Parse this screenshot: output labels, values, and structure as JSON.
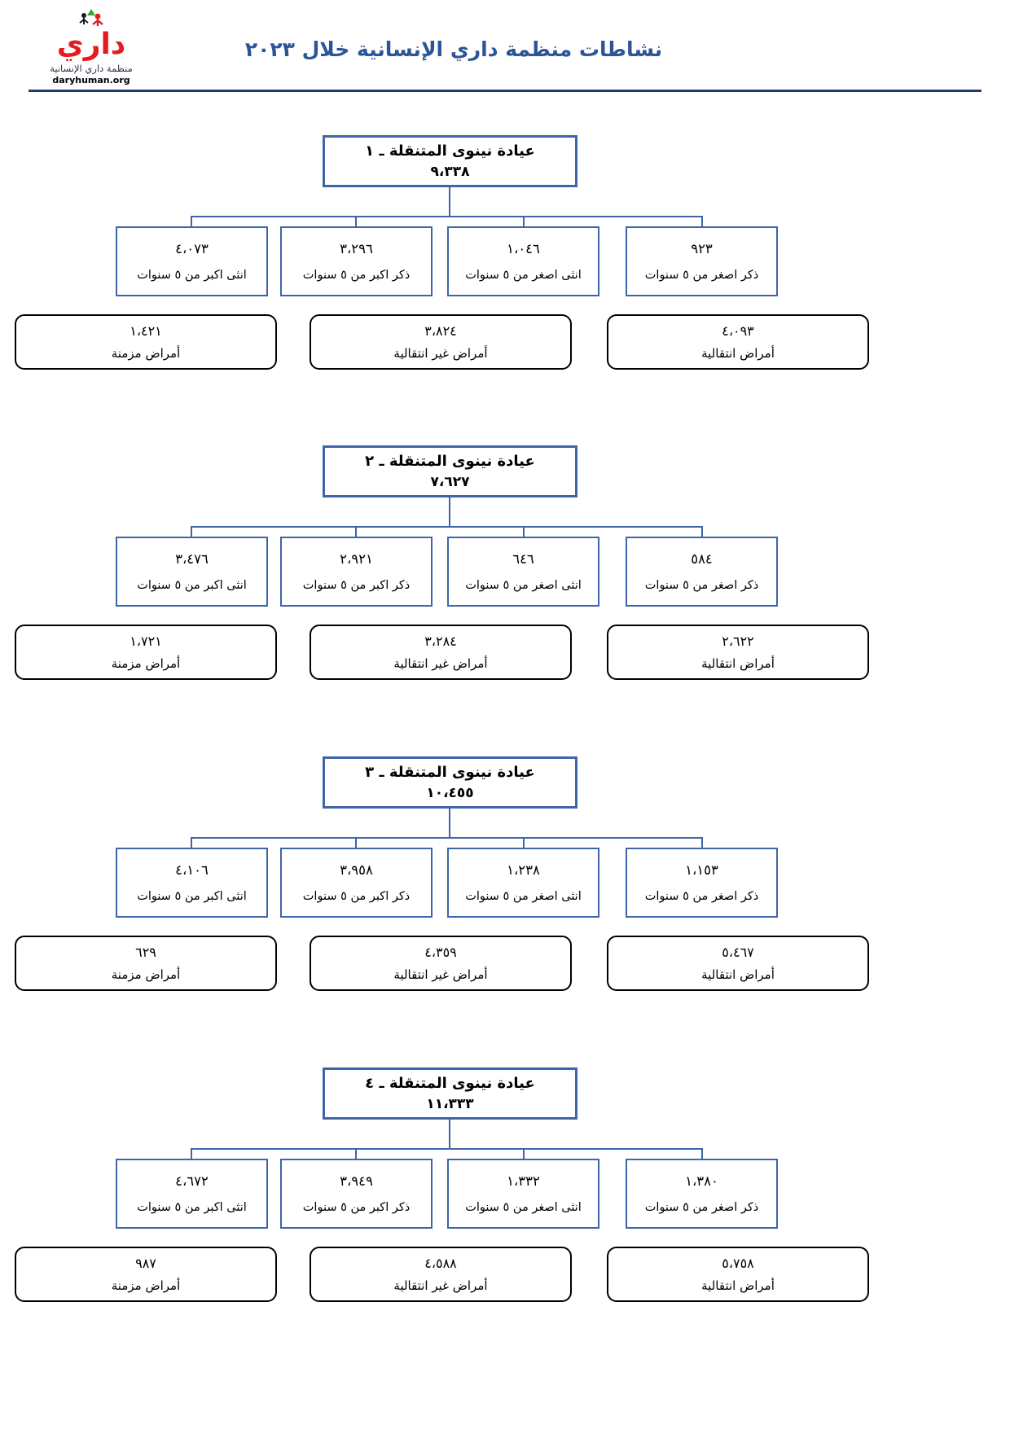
{
  "colors": {
    "box_border_blue": "#3f65a8",
    "title_blue": "#2b5597",
    "logo_red": "#e21c21",
    "divider_navy": "#203a64",
    "disease_border": "#000000"
  },
  "header": {
    "title": "نشاطات منظمة داري الإنسانية خلال ٢٠٢٣",
    "logo": {
      "wordmark": "داري",
      "org_name": "منظمة داري الإنسانية",
      "website": "daryhuman.org"
    }
  },
  "charts": [
    {
      "title": "عيادة نينوى المتنقلة ـ ١",
      "total": "٩،٣٣٨",
      "children": [
        {
          "value": "٤،٠٧٣",
          "label": "انثى اكبر من ٥ سنوات"
        },
        {
          "value": "٣،٢٩٦",
          "label": "ذكر اكبر من ٥ سنوات"
        },
        {
          "value": "١،٠٤٦",
          "label": "انثى اصغر من ٥ سنوات"
        },
        {
          "value": "٩٢٣",
          "label": "ذكر اصغر من ٥ سنوات"
        }
      ],
      "diseases": [
        {
          "value": "١،٤٢١",
          "label": "أمراض مزمنة"
        },
        {
          "value": "٣،٨٢٤",
          "label": "أمراض غير انتقالية"
        },
        {
          "value": "٤،٠٩٣",
          "label": "أمراض انتقالية"
        }
      ]
    },
    {
      "title": "عيادة نينوى المتنقلة ـ ٢",
      "total": "٧،٦٢٧",
      "children": [
        {
          "value": "٣،٤٧٦",
          "label": "انثى اكبر من ٥ سنوات"
        },
        {
          "value": "٢،٩٢١",
          "label": "ذكر اكبر من ٥ سنوات"
        },
        {
          "value": "٦٤٦",
          "label": "انثى اصغر من ٥ سنوات"
        },
        {
          "value": "٥٨٤",
          "label": "ذكر اصغر من ٥ سنوات"
        }
      ],
      "diseases": [
        {
          "value": "١،٧٢١",
          "label": "أمراض مزمنة"
        },
        {
          "value": "٣،٢٨٤",
          "label": "أمراض غير انتقالية"
        },
        {
          "value": "٢،٦٢٢",
          "label": "أمراض انتقالية"
        }
      ]
    },
    {
      "title": "عيادة نينوى المتنقلة ـ ٣",
      "total": "١٠،٤٥٥",
      "children": [
        {
          "value": "٤،١٠٦",
          "label": "انثى اكبر من ٥ سنوات"
        },
        {
          "value": "٣،٩٥٨",
          "label": "ذكر اكبر من ٥ سنوات"
        },
        {
          "value": "١،٢٣٨",
          "label": "انثى اصغر من ٥ سنوات"
        },
        {
          "value": "١،١٥٣",
          "label": "ذكر اصغر من ٥ سنوات"
        }
      ],
      "diseases": [
        {
          "value": "٦٢٩",
          "label": "أمراض مزمنة"
        },
        {
          "value": "٤،٣٥٩",
          "label": "أمراض غير انتقالية"
        },
        {
          "value": "٥،٤٦٧",
          "label": "أمراض انتقالية"
        }
      ]
    },
    {
      "title": "عيادة نينوى المتنقلة ـ ٤",
      "total": "١١،٣٣٣",
      "children": [
        {
          "value": "٤،٦٧٢",
          "label": "انثى اكبر من ٥ سنوات"
        },
        {
          "value": "٣،٩٤٩",
          "label": "ذكر اكبر من ٥ سنوات"
        },
        {
          "value": "١،٣٣٢",
          "label": "انثى اصغر من ٥ سنوات"
        },
        {
          "value": "١،٣٨٠",
          "label": "ذكر اصغر من ٥ سنوات"
        }
      ],
      "diseases": [
        {
          "value": "٩٨٧",
          "label": "أمراض مزمنة"
        },
        {
          "value": "٤،٥٨٨",
          "label": "أمراض غير انتقالية"
        },
        {
          "value": "٥،٧٥٨",
          "label": "أمراض انتقالية"
        }
      ]
    }
  ],
  "chart_data": [
    {
      "type": "org-tree",
      "title": "عيادة نينوى المتنقلة ـ ١",
      "total": 9338,
      "groups": {
        "female_over_5": 4073,
        "male_over_5": 3296,
        "female_under_5": 1046,
        "male_under_5": 923
      },
      "diseases": {
        "chronic": 1421,
        "non_communicable": 3824,
        "communicable": 4093
      }
    },
    {
      "type": "org-tree",
      "title": "عيادة نينوى المتنقلة ـ ٢",
      "total": 7627,
      "groups": {
        "female_over_5": 3476,
        "male_over_5": 2921,
        "female_under_5": 646,
        "male_under_5": 584
      },
      "diseases": {
        "chronic": 1721,
        "non_communicable": 3284,
        "communicable": 2622
      }
    },
    {
      "type": "org-tree",
      "title": "عيادة نينوى المتنقلة ـ ٣",
      "total": 10455,
      "groups": {
        "female_over_5": 4106,
        "male_over_5": 3958,
        "female_under_5": 1238,
        "male_under_5": 1153
      },
      "diseases": {
        "chronic": 629,
        "non_communicable": 4359,
        "communicable": 5467
      }
    },
    {
      "type": "org-tree",
      "title": "عيادة نينوى المتنقلة ـ ٤",
      "total": 11333,
      "groups": {
        "female_over_5": 4672,
        "male_over_5": 3949,
        "female_under_5": 1332,
        "male_under_5": 1380
      },
      "diseases": {
        "chronic": 987,
        "non_communicable": 4588,
        "communicable": 5758
      }
    }
  ]
}
